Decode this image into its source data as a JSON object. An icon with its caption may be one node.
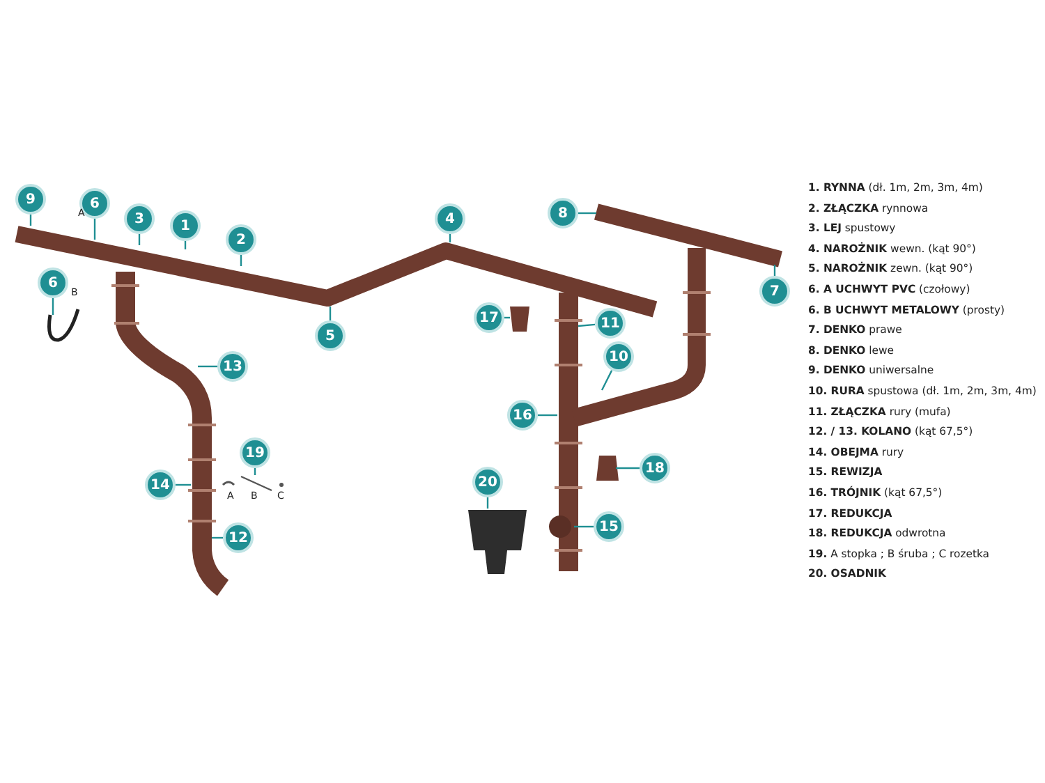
{
  "diagram": {
    "nodes": [
      {
        "text": [
          "9"
        ]
      },
      {
        "text": [
          "6"
        ]
      },
      {
        "text": [
          "8"
        ]
      },
      {
        "text": [
          "3"
        ]
      },
      {
        "text": [
          "4"
        ]
      },
      {
        "text": [
          "1"
        ]
      },
      {
        "text": [
          "2"
        ]
      },
      {
        "text": [
          "6"
        ]
      },
      {
        "text": [
          "7"
        ]
      },
      {
        "text": [
          "17"
        ]
      },
      {
        "text": [
          "11"
        ]
      },
      {
        "text": [
          "5"
        ]
      },
      {
        "text": [
          "10"
        ]
      },
      {
        "text": [
          "13"
        ]
      },
      {
        "text": [
          "16"
        ]
      },
      {
        "text": [
          "19"
        ]
      },
      {
        "text": [
          "14"
        ]
      },
      {
        "text": [
          "20"
        ]
      },
      {
        "text": [
          "18"
        ]
      },
      {
        "text": [
          "15"
        ]
      },
      {
        "text": [
          "12"
        ]
      }
    ],
    "edges": [
      {
        "from": 0,
        "to": null,
        "arrow": "none"
      },
      {
        "from": 1,
        "to": null,
        "arrow": "none"
      },
      {
        "from": 2,
        "to": null,
        "arrow": "none"
      },
      {
        "from": 3,
        "to": null,
        "arrow": "none"
      },
      {
        "from": 4,
        "to": null,
        "arrow": "none"
      },
      {
        "from": 5,
        "to": null,
        "arrow": "none"
      },
      {
        "from": 6,
        "to": null,
        "arrow": "none"
      },
      {
        "from": 7,
        "to": null,
        "arrow": "none"
      },
      {
        "from": 8,
        "to": null,
        "arrow": "none"
      },
      {
        "from": 9,
        "to": null,
        "arrow": "none"
      },
      {
        "from": 10,
        "to": null,
        "arrow": "none"
      },
      {
        "from": 11,
        "to": null,
        "arrow": "none"
      },
      {
        "from": 12,
        "to": null,
        "arrow": "none"
      },
      {
        "from": 13,
        "to": null,
        "arrow": "none"
      },
      {
        "from": 14,
        "to": null,
        "arrow": "none"
      },
      {
        "from": 15,
        "to": null,
        "arrow": "none"
      },
      {
        "from": 16,
        "to": null,
        "arrow": "none"
      },
      {
        "from": 17,
        "to": null,
        "arrow": "none"
      },
      {
        "from": 18,
        "to": null,
        "arrow": "none"
      },
      {
        "from": 19,
        "to": null,
        "arrow": "none"
      },
      {
        "from": 20,
        "to": null,
        "arrow": "none"
      }
    ],
    "labels": [
      "A",
      "B",
      "A",
      "B",
      "C",
      "**1. RYNNA** (dł. 1m, 2m, 3m, 4m)",
      "**2. ZŁĄCZKA** rynnowa",
      "**3. LEJ** spustowy",
      "**4. NAROŻNIK** wewn. (kąt 90°)",
      "**5. NAROŻNIK** zewn. (kąt 90°)",
      "**6. A UCHWYT PVC** (czołowy)",
      "**6. B UCHWYT METALOWY** (prosty)",
      "**7. DENKO** prawe",
      "**8. DENKO** lewe",
      "**9. DENKO** uniwersalne",
      "**10. RURA** spustowa (dł. 1m, 2m, 3m, 4m)",
      "**11. ZŁĄCZKA** rury (mufa)",
      "**12. / 13. KOLANO** (kąt 67,5°)",
      "**14. OBEJMA** rury",
      "**15. REWIZJA**",
      "**16. TRÓJNIK** (kąt 67,5°)",
      "**17. REDUKCJA**",
      "**18. REDUKCJA** odwrotna",
      "**19.** A stopka ; B śruba ; C rozetka",
      "**20. OSADNIK**"
    ]
  }
}
